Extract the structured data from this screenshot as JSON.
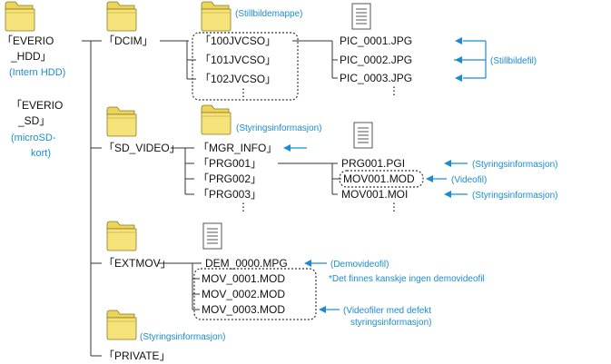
{
  "blue_color": "#1a8ccf",
  "icons": [
    "folder-icon",
    "document-icon"
  ],
  "roots": {
    "hdd": [
      "「EVERIO",
      "_HDD」"
    ],
    "hdd_note": "(Intern HDD)",
    "sd": [
      "「EVERIO",
      "_SD」"
    ],
    "sd_note": [
      "(microSD-",
      "kort)"
    ]
  },
  "folders": {
    "dcim": "「DCIM」",
    "sd_video": "「SD_VIDEO」",
    "extmov": "「EXTMOV」",
    "private": "「PRIVATE」"
  },
  "dcim_children": [
    "「100JVCSO」",
    "「101JVCSO」",
    "「102JVCSO」"
  ],
  "dcim_files": [
    "PIC_0001.JPG",
    "PIC_0002.JPG",
    "PIC_0003.JPG"
  ],
  "sd_video_children": [
    "「MGR_INFO」",
    "「PRG001」",
    "「PRG002」",
    "「PRG003」"
  ],
  "prg_files": [
    "PRG001.PGI",
    "MOV001.MOD",
    "MOV001.MOI"
  ],
  "extmov_files": [
    "DEM_0000.MPG",
    "MOV_0001.MOD",
    "MOV_0002.MOD",
    "MOV_0003.MOD"
  ],
  "ellipsis": "⋮",
  "notes": {
    "stillbildemappe": "(Stillbildemappe)",
    "stillbildefil": "(Stillbildefil)",
    "styring": "(Styringsinformasjon)",
    "videofil": "(Videofil)",
    "demovideofil": "(Demovideofil)",
    "no_demo": "*Det finnes kanskje ingen demovideofil",
    "defekt": [
      "(Videofiler med defekt",
      "styringsinformasjon)"
    ]
  }
}
